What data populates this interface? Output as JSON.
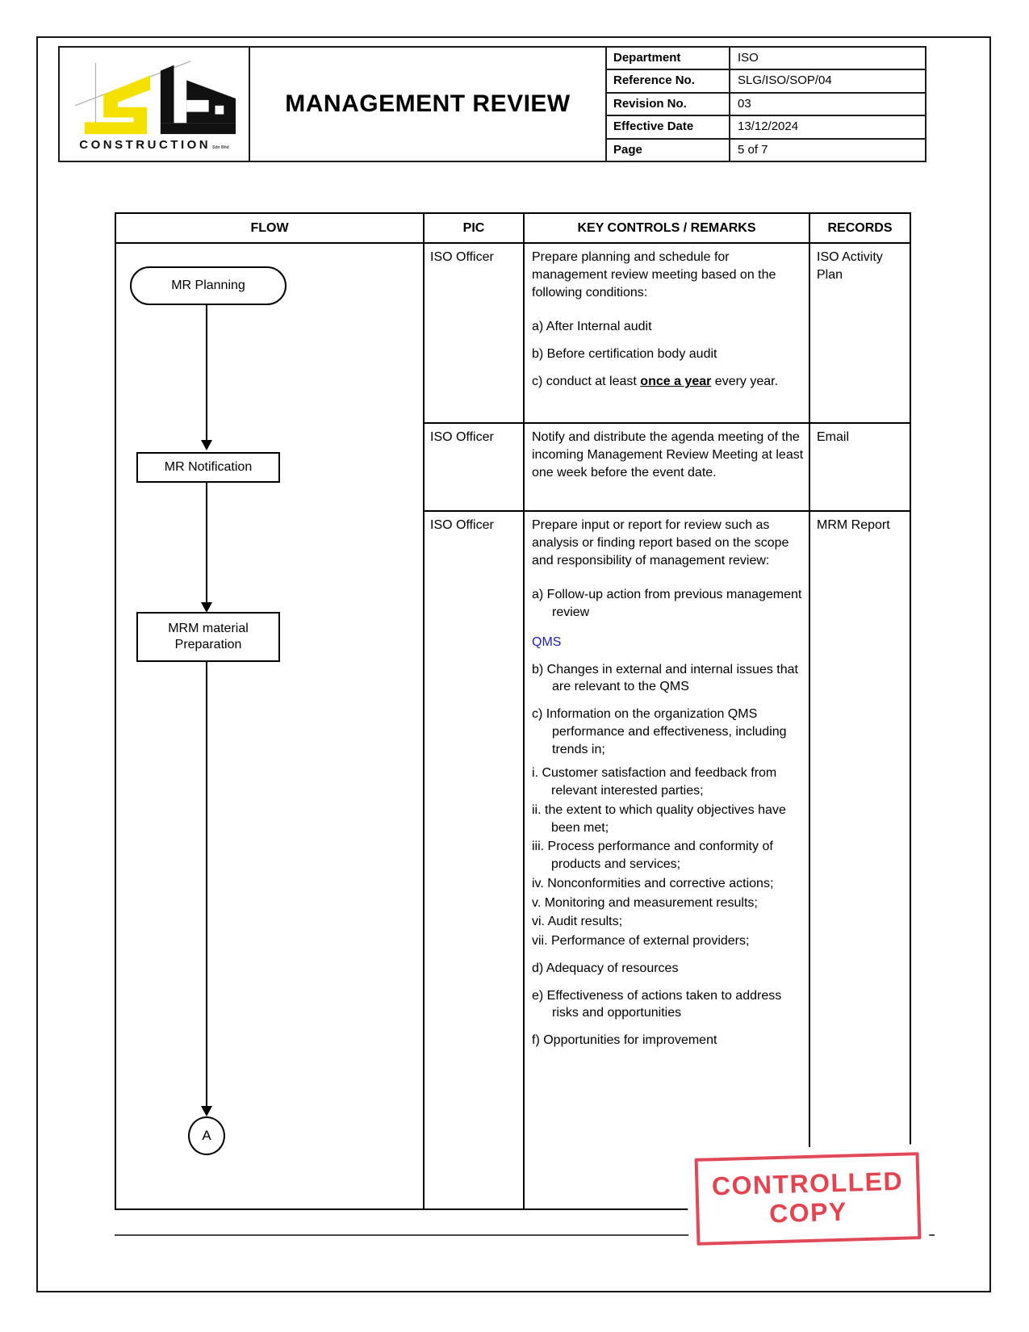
{
  "header": {
    "logo": {
      "name": "CONSTRUCTION",
      "suffix": "Sdn Bhd"
    },
    "title": "MANAGEMENT REVIEW",
    "meta": [
      {
        "label": "Department",
        "value": "ISO"
      },
      {
        "label": "Reference No.",
        "value": "SLG/ISO/SOP/04"
      },
      {
        "label": "Revision No.",
        "value": "03"
      },
      {
        "label": "Effective Date",
        "value": "13/12/2024"
      },
      {
        "label": "Page",
        "value": "5 of 7"
      }
    ]
  },
  "table": {
    "columns": [
      "FLOW",
      "PIC",
      "KEY CONTROLS / REMARKS",
      "RECORDS"
    ],
    "rows": [
      {
        "pic": "ISO Officer",
        "records": "ISO Activity Plan",
        "controls": [
          {
            "cls": "para",
            "parts": [
              {
                "t": "Prepare planning and schedule for management review meeting based on the following conditions:"
              }
            ]
          },
          {
            "cls": "item",
            "gap": "l",
            "parts": [
              {
                "t": "a) After Internal audit"
              }
            ]
          },
          {
            "cls": "item",
            "parts": [
              {
                "t": "b) Before certification body audit"
              }
            ]
          },
          {
            "cls": "item",
            "parts": [
              {
                "t": "c) conduct at least "
              },
              {
                "t": "once a year",
                "b": true,
                "u": true
              },
              {
                "t": " every year."
              }
            ]
          }
        ]
      },
      {
        "pic": "ISO Officer",
        "records": "Email",
        "controls": [
          {
            "cls": "para",
            "parts": [
              {
                "t": "Notify and distribute the agenda meeting of the incoming Management Review Meeting at least one week before the event date."
              }
            ]
          }
        ]
      },
      {
        "pic": "ISO Officer",
        "records": "MRM Report",
        "controls": [
          {
            "cls": "para",
            "parts": [
              {
                "t": "Prepare input or report for review such as analysis or finding report based on the scope and responsibility of management review:"
              }
            ]
          },
          {
            "cls": "item",
            "gap": "l",
            "parts": [
              {
                "t": "a) Follow-up action from previous management review"
              }
            ]
          },
          {
            "cls": "qms",
            "parts": [
              {
                "t": "QMS"
              }
            ]
          },
          {
            "cls": "item",
            "parts": [
              {
                "t": "b) Changes in external and internal issues that are relevant to the QMS"
              }
            ]
          },
          {
            "cls": "item",
            "parts": [
              {
                "t": "c) Information on the organization QMS performance and effectiveness, including trends in;"
              }
            ]
          },
          {
            "cls": "roman",
            "gap": "s",
            "parts": [
              {
                "t": "i.  Customer satisfaction and feedback from relevant interested parties;"
              }
            ]
          },
          {
            "cls": "roman",
            "parts": [
              {
                "t": "ii. the extent to which quality objectives have been met;"
              }
            ]
          },
          {
            "cls": "roman",
            "parts": [
              {
                "t": "iii. Process performance and conformity of products and services;"
              }
            ]
          },
          {
            "cls": "roman",
            "parts": [
              {
                "t": "iv. Nonconformities and corrective actions;"
              }
            ]
          },
          {
            "cls": "roman",
            "parts": [
              {
                "t": "v. Monitoring and measurement results;"
              }
            ]
          },
          {
            "cls": "roman",
            "parts": [
              {
                "t": "vi. Audit results;"
              }
            ]
          },
          {
            "cls": "roman",
            "parts": [
              {
                "t": "vii. Performance of external providers;"
              }
            ]
          },
          {
            "cls": "item",
            "parts": [
              {
                "t": "d) Adequacy of resources"
              }
            ]
          },
          {
            "cls": "item",
            "parts": [
              {
                "t": "e) Effectiveness of actions taken to address risks and opportunities"
              }
            ]
          },
          {
            "cls": "item",
            "parts": [
              {
                "t": "f) Opportunities for improvement"
              }
            ]
          }
        ]
      }
    ]
  },
  "flowchart": {
    "nodes": [
      {
        "shape": "stadium",
        "label": "MR Planning"
      },
      {
        "shape": "rect",
        "label": "MR Notification"
      },
      {
        "shape": "rect",
        "label": "MRM material Preparation"
      },
      {
        "shape": "circle",
        "label": "A"
      }
    ]
  },
  "stamp": {
    "line1": "CONTROLLED",
    "line2": "COPY"
  },
  "colors": {
    "qms_blue": "#2121bd",
    "stamp_red": "#e23b46",
    "logo_yellow": "#f5e100",
    "border_black": "#000000"
  }
}
